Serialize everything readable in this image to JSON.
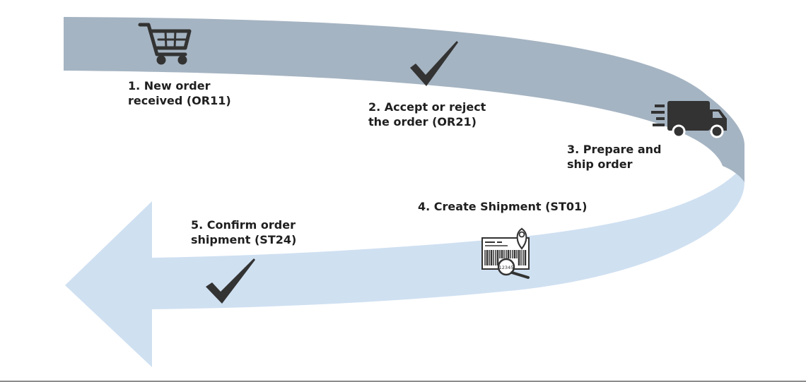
{
  "colors": {
    "upper_band": "#a5b4c2",
    "lower_band": "#cfe0f1",
    "icon": "#333333",
    "text": "#1f1f1f"
  },
  "steps": [
    {
      "number": "1",
      "line1": "1. New order",
      "line2": "received (OR11)",
      "icon": "shopping-cart-icon"
    },
    {
      "number": "2",
      "line1": "2. Accept or reject",
      "line2": "the order (OR21)",
      "icon": "checkmark-icon"
    },
    {
      "number": "3",
      "line1": "3. Prepare and",
      "line2": "ship order",
      "icon": "delivery-truck-icon"
    },
    {
      "number": "4",
      "line1": "4. Create Shipment (ST01)",
      "line2": "",
      "icon": "barcode-location-icon"
    },
    {
      "number": "5",
      "line1": "5. Confirm order",
      "line2": "shipment (ST24)",
      "icon": "checkmark-icon"
    }
  ],
  "barcode_number": "12345"
}
